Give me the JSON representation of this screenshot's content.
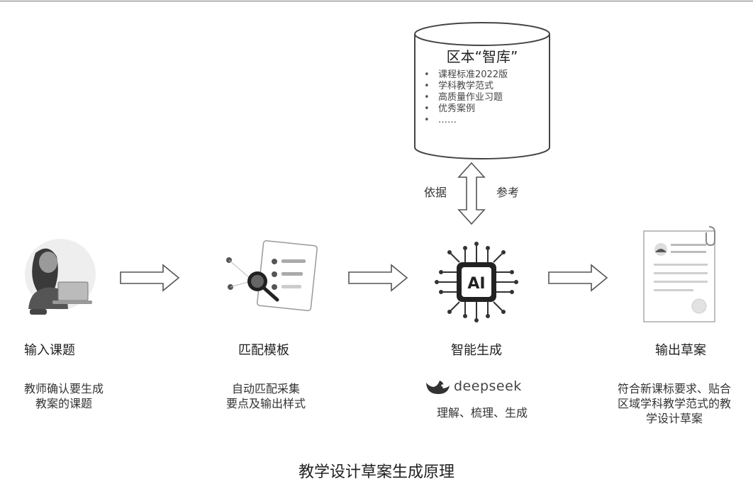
{
  "knowledge_base": {
    "title": "区本“智库”",
    "items": [
      "课程标准2022版",
      "学科教学范式",
      "高质量作业习题",
      "优秀案例",
      "……"
    ]
  },
  "relation": {
    "left_label": "依据",
    "right_label": "参考"
  },
  "steps": [
    {
      "label": "输入课题",
      "description": [
        "教师确认要生成",
        "教案的课题"
      ]
    },
    {
      "label": "匹配模板",
      "description": [
        "自动匹配采集",
        "要点及输出样式"
      ]
    },
    {
      "label": "智能生成",
      "brand": "deepseek",
      "description": [
        "理解、梳理、生成"
      ]
    },
    {
      "label": "输出草案",
      "description": [
        "符合新课标要求、贴合",
        "区域学科教学范式的教",
        "学设计草案"
      ]
    }
  ],
  "chip_text": "AI",
  "caption": "教学设计草案生成原理",
  "colors": {
    "line": "#555555",
    "icon_dark": "#333333",
    "icon_light": "#cfcfcf",
    "background": "#ffffff"
  }
}
